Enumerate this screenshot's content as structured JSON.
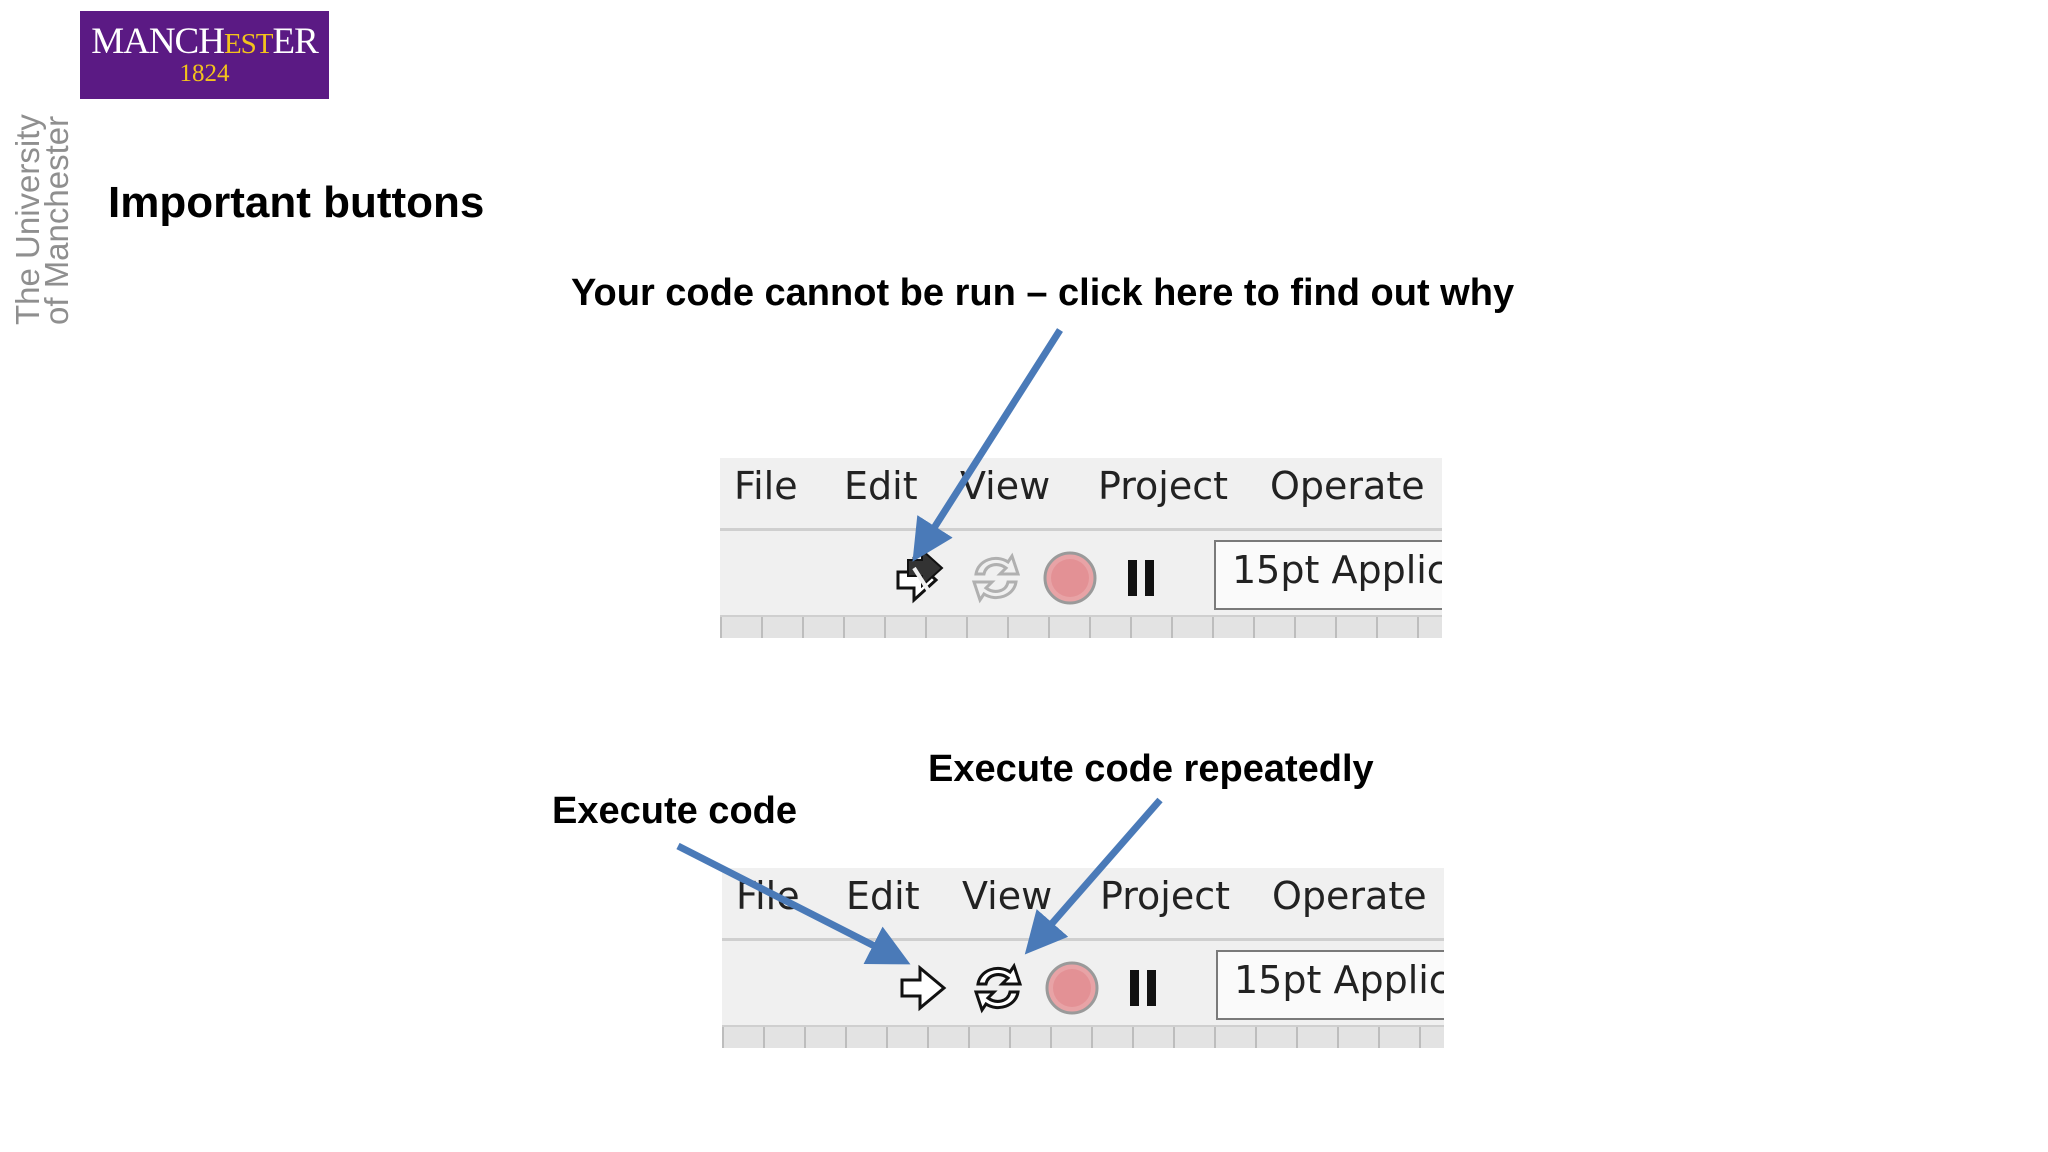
{
  "logo": {
    "name_part1": "MANCH",
    "name_small": "EST",
    "name_part2": "ER",
    "year": "1824"
  },
  "sidebar_text": {
    "line1": "The University",
    "line2": "of Manchester"
  },
  "title": "Important buttons",
  "annotations": {
    "broken_run": "Your code cannot be run – click here to find out why",
    "execute": "Execute code",
    "execute_repeat": "Execute code repeatedly"
  },
  "toolbar_top": {
    "menus": [
      "File",
      "Edit",
      "View",
      "Project",
      "Operate"
    ],
    "font_selector": "15pt Applic",
    "run_button_state": "broken",
    "icons": [
      "broken-run-arrow-icon",
      "run-continuously-icon",
      "abort-stop-icon",
      "pause-icon"
    ]
  },
  "toolbar_bottom": {
    "menus": [
      "File",
      "Edit",
      "View",
      "Project",
      "Operate"
    ],
    "font_selector": "15pt Applic",
    "run_button_state": "ready",
    "icons": [
      "run-arrow-icon",
      "run-continuously-icon",
      "abort-stop-icon",
      "pause-icon"
    ]
  },
  "colors": {
    "brand_purple": "#5b1a84",
    "brand_gold": "#f3c31c",
    "arrow_blue": "#4a7ab8"
  }
}
